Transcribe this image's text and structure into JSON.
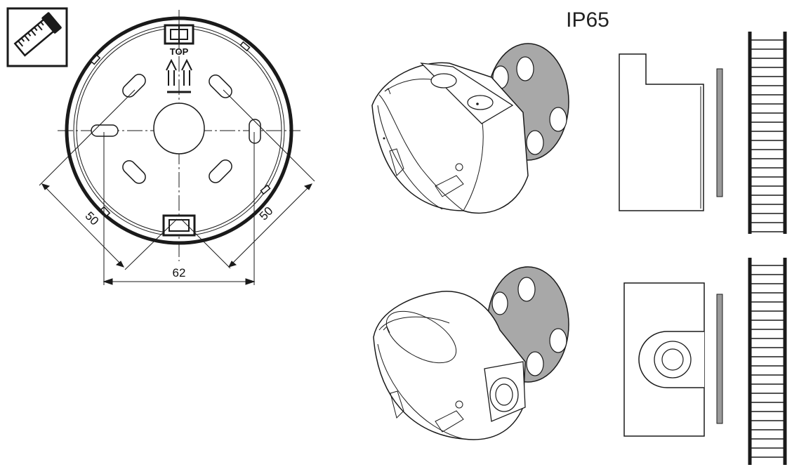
{
  "rating": {
    "label": "IP65"
  },
  "top_marker": {
    "label": "TOP"
  },
  "dimensions": {
    "diagonal_left": "50",
    "diagonal_right": "50",
    "horizontal": "62"
  },
  "icons": {
    "measure": "ruler-icon"
  },
  "colors": {
    "ink": "#1a1a1a",
    "gasket": "#a8a8a8",
    "gasket_side": "#9a9a9a",
    "background": "#ffffff"
  }
}
